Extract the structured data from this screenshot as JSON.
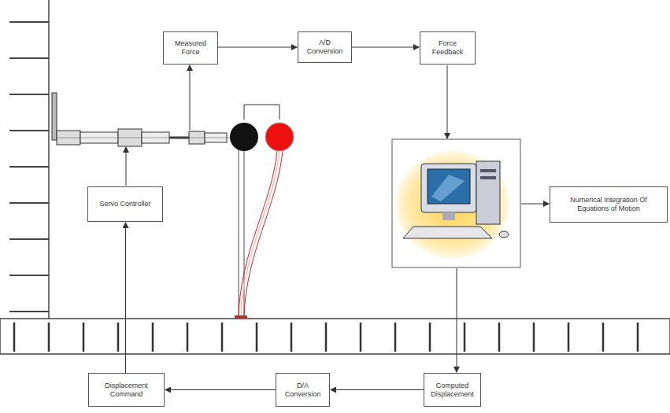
{
  "diagram": {
    "nodes": [
      {
        "text": [
          "Measured Force"
        ]
      },
      {
        "text": [
          "A/D Conversion"
        ]
      },
      {
        "text": [
          "Force Feedback"
        ]
      },
      {
        "text": [
          "Numerical Integration Of Equations of Motion"
        ]
      },
      {
        "text": [
          "Computed Displacement"
        ]
      },
      {
        "text": [
          "D/A Conversion"
        ]
      },
      {
        "text": [
          "Displacement Command"
        ]
      },
      {
        "text": [
          "Servo Controller"
        ]
      }
    ],
    "edges": [
      {
        "from": 0,
        "to": 1,
        "arrow": "to"
      },
      {
        "from": 1,
        "to": 2,
        "arrow": "to"
      },
      {
        "from": 4,
        "to": 5,
        "arrow": "to"
      },
      {
        "from": 5,
        "to": 6,
        "arrow": "to"
      },
      {
        "from": 6,
        "to": 7,
        "arrow": "to"
      }
    ]
  }
}
